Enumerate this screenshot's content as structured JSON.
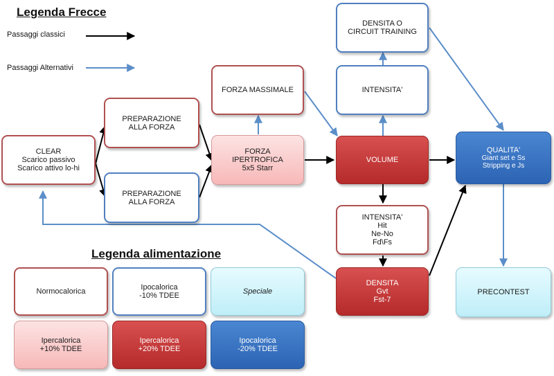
{
  "legend_arrows": {
    "title": "Legenda Frecce",
    "classic_label": "Passaggi classici",
    "alternative_label": "Passaggi Alternativi"
  },
  "legend_diet": {
    "title": "Legenda alimentazione",
    "normocalorica": [
      "Normocalorica"
    ],
    "ipocalorica_10": [
      "Ipocalorica",
      "-10% TDEE"
    ],
    "speciale": [
      "Speciale"
    ],
    "ipercalorica_10": [
      "Ipercalorica",
      "+10% TDEE"
    ],
    "ipercalorica_20": [
      "Ipercalorica",
      "+20% TDEE"
    ],
    "ipocalorica_20": [
      "Ipocalorica",
      "-20% TDEE"
    ]
  },
  "nodes": {
    "clear": [
      "CLEAR",
      "Scarico passivo",
      "Scarico attivo lo-hi"
    ],
    "prep_top": [
      "PREPARAZIONE",
      "ALLA FORZA"
    ],
    "prep_bottom": [
      "PREPARAZIONE",
      "ALLA FORZA"
    ],
    "forza_massimale": [
      "FORZA MASSIMALE"
    ],
    "forza_ipertrofica": [
      "FORZA",
      "IPERTROFICA",
      "5x5 Starr"
    ],
    "volume": [
      "VOLUME"
    ],
    "intensita_top": [
      "INTENSITA'"
    ],
    "densita_circuit": [
      "DENSITA O",
      "CIRCUIT TRAINING"
    ],
    "intensita_mid": [
      "INTENSITA'",
      "Hit",
      "Ne-No",
      "Fd\\Fs"
    ],
    "densita": [
      "DENSITA",
      "Gvt",
      "Fst-7"
    ],
    "qualita": [
      "QUALITA'",
      "Giant set e Ss",
      "Stripping e Js"
    ],
    "precontest": [
      "PRECONTEST"
    ]
  },
  "colors": {
    "classic_arrow": "#000000",
    "alternative_arrow": "#5b8ec9",
    "red_border": "#b05050",
    "blue_border": "#4f7fbf",
    "dark_red": "#b52a2a",
    "dark_blue": "#2c64b3",
    "pink": "#f7b8b8",
    "cyan": "#bfeef8"
  }
}
